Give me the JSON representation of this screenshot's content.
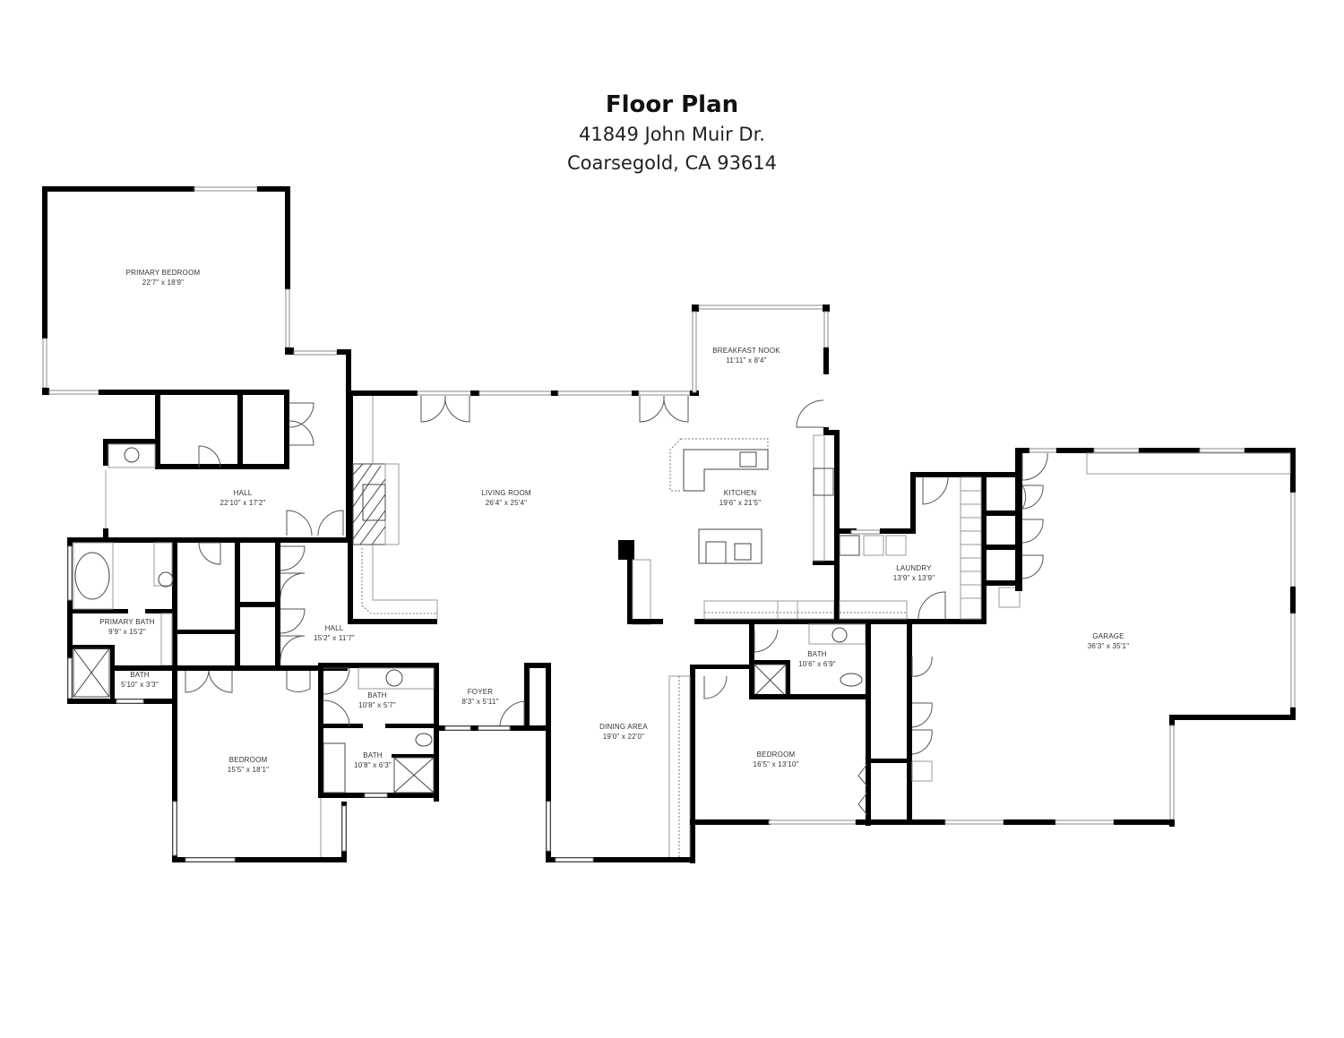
{
  "header": {
    "title": "Floor Plan",
    "address_line1": "41849 John Muir Dr.",
    "address_line2": "Coarsegold, CA 93614"
  },
  "rooms": [
    {
      "name": "PRIMARY BEDROOM",
      "size": "22'7\" x 18'9\""
    },
    {
      "name": "HALL",
      "size": "22'10\" x 17'2\""
    },
    {
      "name": "PRIMARY BATH",
      "size": "9'9\" x 15'2\""
    },
    {
      "name": "BATH",
      "size": "5'10\" x 3'3\""
    },
    {
      "name": "HALL",
      "size": "15'2\" x 11'7\""
    },
    {
      "name": "BEDROOM",
      "size": "15'5\" x 18'1\""
    },
    {
      "name": "BATH",
      "size": "10'8\" x 5'7\""
    },
    {
      "name": "BATH",
      "size": "10'8\" x 6'3\""
    },
    {
      "name": "FOYER",
      "size": "8'3\" x 5'11\""
    },
    {
      "name": "LIVING ROOM",
      "size": "26'4\" x 25'4\""
    },
    {
      "name": "BREAKFAST NOOK",
      "size": "11'11\" x 8'4\""
    },
    {
      "name": "KITCHEN",
      "size": "19'6\" x 21'5\""
    },
    {
      "name": "DINING AREA",
      "size": "19'0\" x 22'0\""
    },
    {
      "name": "BATH",
      "size": "10'6\" x 6'9\""
    },
    {
      "name": "BEDROOM",
      "size": "16'5\" x 13'10\""
    },
    {
      "name": "LAUNDRY",
      "size": "13'9\" x 13'9\""
    },
    {
      "name": "GARAGE",
      "size": "36'3\" x 35'1\""
    }
  ]
}
